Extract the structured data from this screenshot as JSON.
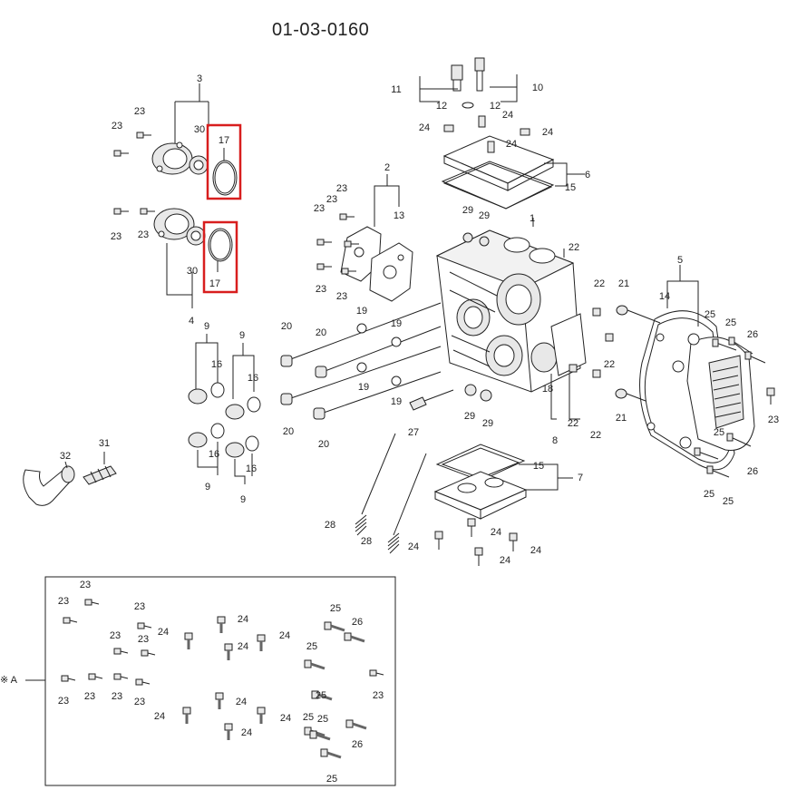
{
  "diagram": {
    "code": "01-03-0160",
    "assembly_marker": "※ A"
  },
  "part_numbers": [
    "1",
    "2",
    "3",
    "4",
    "5",
    "6",
    "7",
    "8",
    "9",
    "10",
    "11",
    "12",
    "13",
    "14",
    "15",
    "16",
    "17",
    "18",
    "19",
    "20",
    "21",
    "22",
    "23",
    "24",
    "25",
    "26",
    "27",
    "28",
    "29",
    "30",
    "31",
    "32"
  ],
  "highlight_color": "#d81e1e"
}
